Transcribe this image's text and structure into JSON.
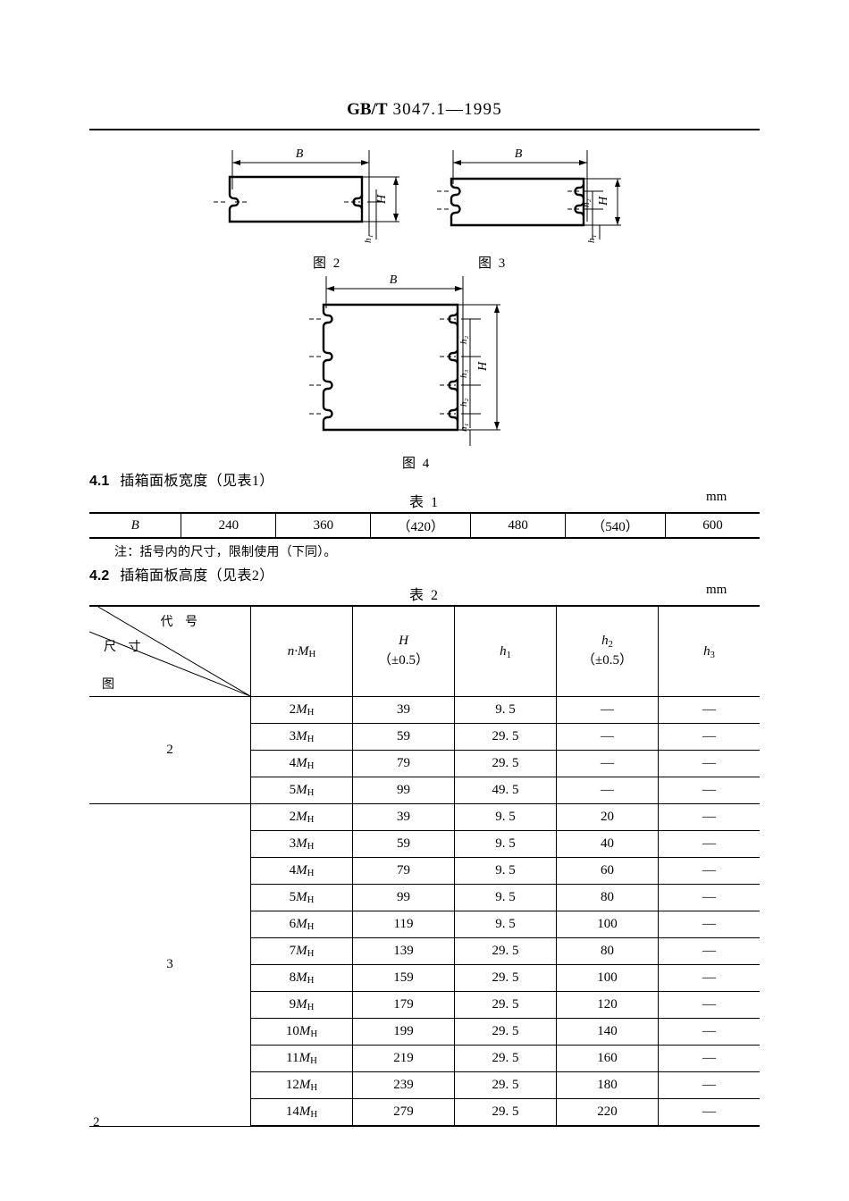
{
  "header": {
    "standard_prefix": "GB/T",
    "standard_number": "3047.1—1995"
  },
  "figures": [
    {
      "caption": "图 2",
      "labels": {
        "B": "B",
        "H": "H",
        "h1": "h₁"
      }
    },
    {
      "caption": "图 3",
      "labels": {
        "B": "B",
        "H": "H",
        "h1": "h₁",
        "h2": "h₂"
      }
    },
    {
      "caption": "图 4",
      "labels": {
        "B": "B",
        "H": "H",
        "h1": "h₁",
        "h2": "h₂",
        "h3": "h₃"
      }
    }
  ],
  "clauses": [
    {
      "number": "4.1",
      "text": "插箱面板宽度（见表1）"
    },
    {
      "number": "4.2",
      "text": "插箱面板高度（见表2）"
    }
  ],
  "note": "注：括号内的尺寸，限制使用（下同）。",
  "table1": {
    "title": "表 1",
    "unit": "mm",
    "row_label": "B",
    "values": [
      "240",
      "360",
      "（420）",
      "480",
      "（540）",
      "600"
    ]
  },
  "table2": {
    "title": "表 2",
    "unit": "mm",
    "corner": {
      "code": "代  号",
      "size": "尺  寸",
      "figure": "图"
    },
    "columns": [
      {
        "key": "n_mh",
        "label": "n·M",
        "sub": "H",
        "tolerance": ""
      },
      {
        "key": "H",
        "label": "H",
        "sub": "",
        "tolerance": "（±0.5）"
      },
      {
        "key": "h1",
        "label": "h",
        "sub": "1",
        "tolerance": ""
      },
      {
        "key": "h2",
        "label": "h",
        "sub": "2",
        "tolerance": "（±0.5）"
      },
      {
        "key": "h3",
        "label": "h",
        "sub": "3",
        "tolerance": ""
      }
    ],
    "groups": [
      {
        "figure": "2",
        "rows": [
          {
            "n": "2",
            "H": "39",
            "h1": "9. 5",
            "h2": "—",
            "h3": "—"
          },
          {
            "n": "3",
            "H": "59",
            "h1": "29. 5",
            "h2": "—",
            "h3": "—"
          },
          {
            "n": "4",
            "H": "79",
            "h1": "29. 5",
            "h2": "—",
            "h3": "—"
          },
          {
            "n": "5",
            "H": "99",
            "h1": "49. 5",
            "h2": "—",
            "h3": "—"
          }
        ]
      },
      {
        "figure": "3",
        "rows": [
          {
            "n": "2",
            "H": "39",
            "h1": "9. 5",
            "h2": "20",
            "h3": "—"
          },
          {
            "n": "3",
            "H": "59",
            "h1": "9. 5",
            "h2": "40",
            "h3": "—"
          },
          {
            "n": "4",
            "H": "79",
            "h1": "9. 5",
            "h2": "60",
            "h3": "—"
          },
          {
            "n": "5",
            "H": "99",
            "h1": "9. 5",
            "h2": "80",
            "h3": "—"
          },
          {
            "n": "6",
            "H": "119",
            "h1": "9. 5",
            "h2": "100",
            "h3": "—"
          },
          {
            "n": "7",
            "H": "139",
            "h1": "29. 5",
            "h2": "80",
            "h3": "—"
          },
          {
            "n": "8",
            "H": "159",
            "h1": "29. 5",
            "h2": "100",
            "h3": "—"
          },
          {
            "n": "9",
            "H": "179",
            "h1": "29. 5",
            "h2": "120",
            "h3": "—"
          },
          {
            "n": "10",
            "H": "199",
            "h1": "29. 5",
            "h2": "140",
            "h3": "—"
          },
          {
            "n": "11",
            "H": "219",
            "h1": "29. 5",
            "h2": "160",
            "h3": "—"
          },
          {
            "n": "12",
            "H": "239",
            "h1": "29. 5",
            "h2": "180",
            "h3": "—"
          },
          {
            "n": "14",
            "H": "279",
            "h1": "29. 5",
            "h2": "220",
            "h3": "—"
          }
        ]
      }
    ]
  },
  "footer": {
    "page_number": "2"
  }
}
